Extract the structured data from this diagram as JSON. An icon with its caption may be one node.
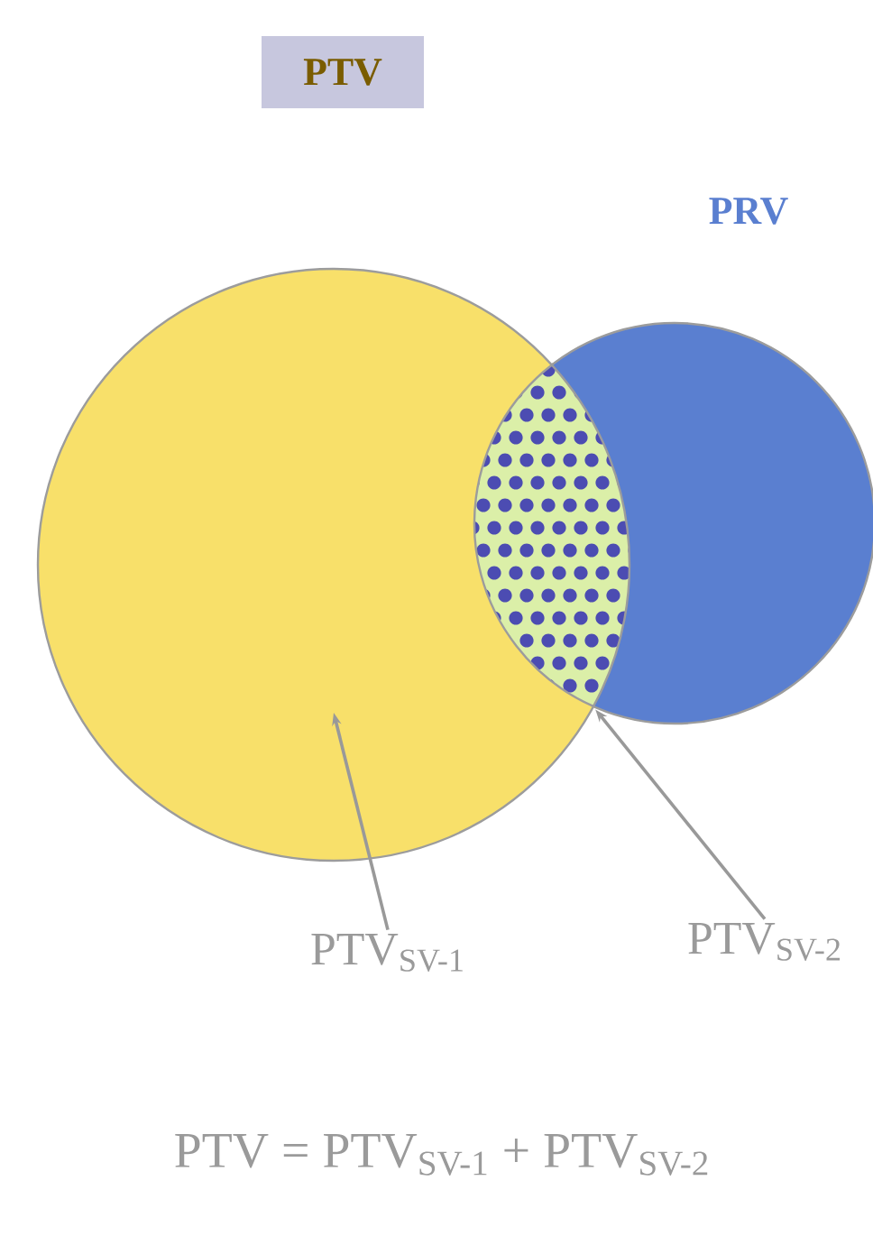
{
  "diagram": {
    "nodes": [
      {
        "text": [
          "PTV"
        ]
      },
      {
        "text": [],
        "shape": "circle"
      },
      {
        "text": [],
        "shape": "circle",
        "beside": [
          "PRV"
        ]
      },
      {
        "text": [],
        "shape": "lens"
      },
      {
        "text": [
          "PTV$_{SV-1}$"
        ]
      },
      {
        "text": [
          "PTV$_{SV-2}$"
        ]
      }
    ],
    "edges": [
      {
        "from": 4,
        "to": 1,
        "arrow": "to"
      },
      {
        "from": 5,
        "to": 3,
        "arrow": "to"
      }
    ],
    "labels": [
      "PTV = PTV$_{SV-1}$ + PTV$_{SV-2}$"
    ]
  }
}
